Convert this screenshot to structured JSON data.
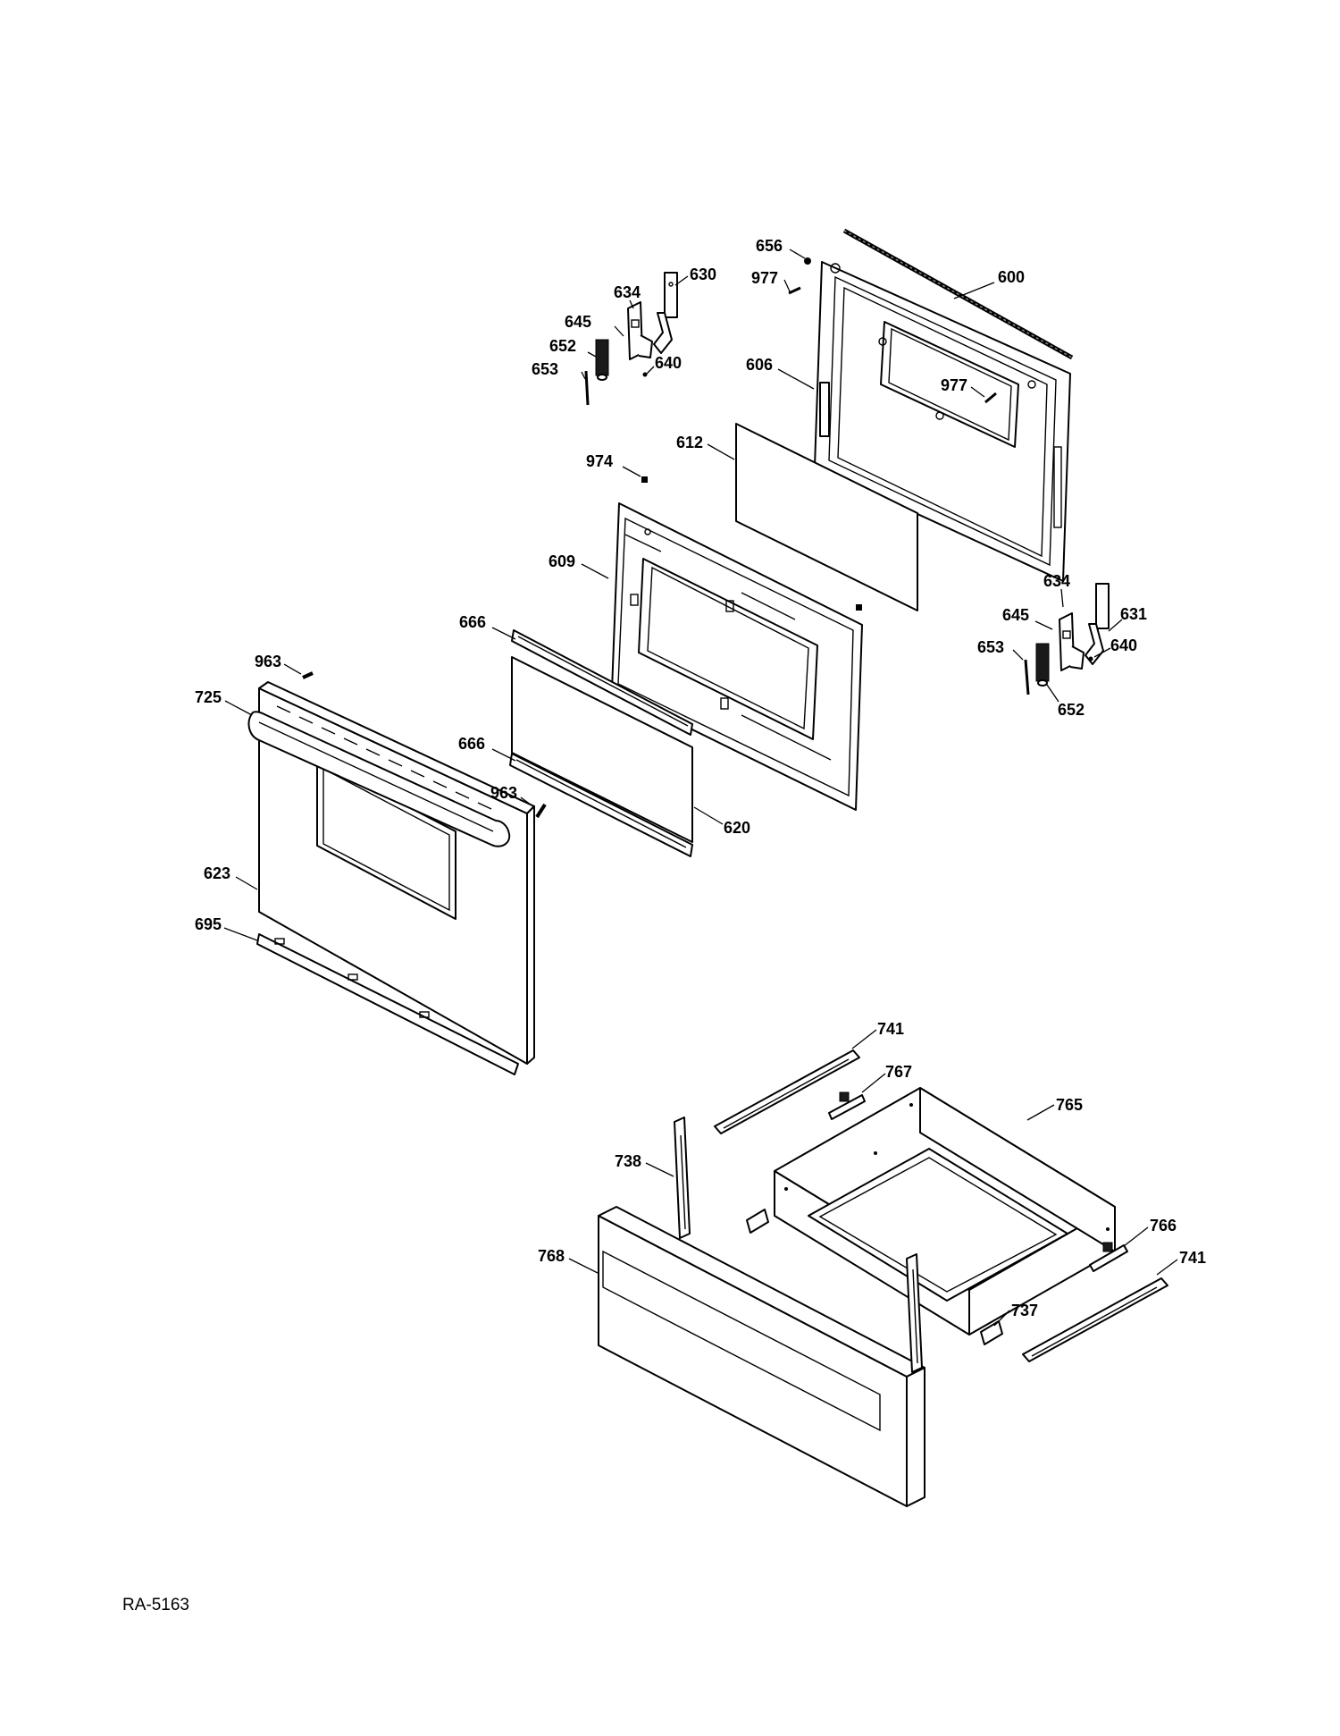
{
  "drawing_code": "RA-5163",
  "callouts": [
    {
      "id": "600",
      "label": "600"
    },
    {
      "id": "656",
      "label": "656"
    },
    {
      "id": "977a",
      "label": "977"
    },
    {
      "id": "634a",
      "label": "634"
    },
    {
      "id": "630",
      "label": "630"
    },
    {
      "id": "645a",
      "label": "645"
    },
    {
      "id": "652a",
      "label": "652"
    },
    {
      "id": "640a",
      "label": "640"
    },
    {
      "id": "653a",
      "label": "653"
    },
    {
      "id": "606",
      "label": "606"
    },
    {
      "id": "977b",
      "label": "977"
    },
    {
      "id": "612",
      "label": "612"
    },
    {
      "id": "974",
      "label": "974"
    },
    {
      "id": "609",
      "label": "609"
    },
    {
      "id": "634b",
      "label": "634"
    },
    {
      "id": "645b",
      "label": "645"
    },
    {
      "id": "631",
      "label": "631"
    },
    {
      "id": "653b",
      "label": "653"
    },
    {
      "id": "640b",
      "label": "640"
    },
    {
      "id": "652b",
      "label": "652"
    },
    {
      "id": "666a",
      "label": "666"
    },
    {
      "id": "963a",
      "label": "963"
    },
    {
      "id": "725",
      "label": "725"
    },
    {
      "id": "666b",
      "label": "666"
    },
    {
      "id": "963b",
      "label": "963"
    },
    {
      "id": "620",
      "label": "620"
    },
    {
      "id": "623",
      "label": "623"
    },
    {
      "id": "695",
      "label": "695"
    },
    {
      "id": "741a",
      "label": "741"
    },
    {
      "id": "767",
      "label": "767"
    },
    {
      "id": "765",
      "label": "765"
    },
    {
      "id": "738",
      "label": "738"
    },
    {
      "id": "766",
      "label": "766"
    },
    {
      "id": "768",
      "label": "768"
    },
    {
      "id": "741b",
      "label": "741"
    },
    {
      "id": "737",
      "label": "737"
    }
  ]
}
